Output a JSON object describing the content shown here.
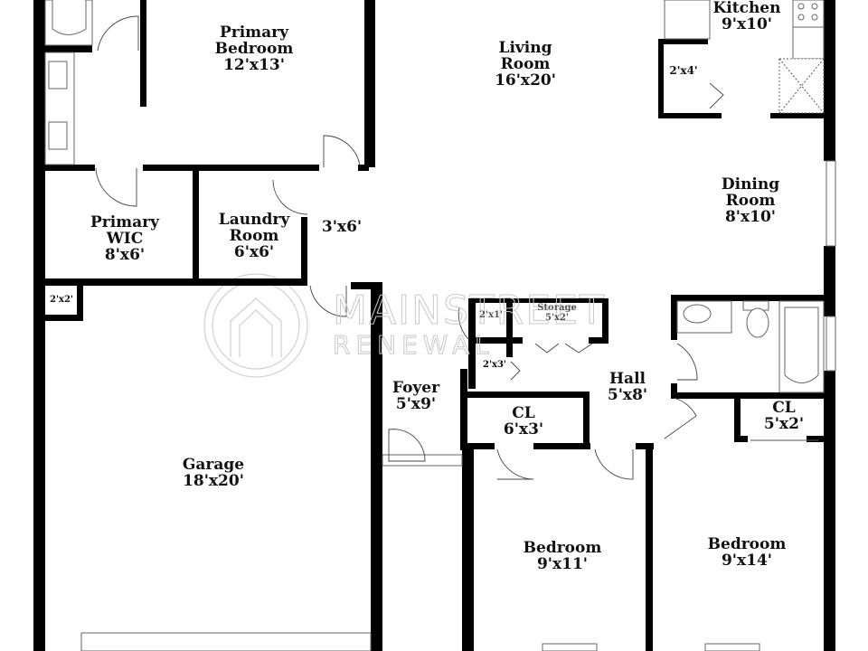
{
  "floorplan": {
    "rooms": [
      {
        "id": "primary-bedroom",
        "name": "Primary\nBedroom",
        "line1": "Primary",
        "line2": "Bedroom",
        "size": "12'x13'"
      },
      {
        "id": "living-room",
        "line1": "Living",
        "line2": "Room",
        "size": "16'x20'"
      },
      {
        "id": "kitchen",
        "line1": "Kitchen",
        "size": "9'x10'"
      },
      {
        "id": "pantry",
        "size": "2'x4'"
      },
      {
        "id": "dining-room",
        "line1": "Dining",
        "line2": "Room",
        "size": "8'x10'"
      },
      {
        "id": "primary-wic",
        "line1": "Primary",
        "line2": "WIC",
        "size": "8'x6'"
      },
      {
        "id": "laundry-room",
        "line1": "Laundry",
        "line2": "Room",
        "size": "6'x6'"
      },
      {
        "id": "passage",
        "size": "3'x6'"
      },
      {
        "id": "closet-small",
        "size": "2'x2'"
      },
      {
        "id": "storage",
        "line1": "Storage",
        "size": "5'x2'"
      },
      {
        "id": "closet-2x1",
        "size": "2'x1'"
      },
      {
        "id": "closet-2x3",
        "size": "2'x3'"
      },
      {
        "id": "hall",
        "line1": "Hall",
        "size": "5'x8'"
      },
      {
        "id": "foyer",
        "line1": "Foyer",
        "size": "5'x9'"
      },
      {
        "id": "cl-6x3",
        "line1": "CL",
        "size": "6'x3'"
      },
      {
        "id": "cl-5x2",
        "line1": "CL",
        "size": "5'x2'"
      },
      {
        "id": "garage",
        "line1": "Garage",
        "size": "18'x20'"
      },
      {
        "id": "bedroom-2",
        "line1": "Bedroom",
        "size": "9'x11'"
      },
      {
        "id": "bedroom-3",
        "line1": "Bedroom",
        "size": "9'x14'"
      }
    ],
    "watermark": {
      "line1": "MAINSTREET",
      "line2": "RENEWAL",
      "mark": "®"
    },
    "colors": {
      "wall": "#000000",
      "background": "#ffffff",
      "watermark": "#c9c9c9"
    }
  }
}
